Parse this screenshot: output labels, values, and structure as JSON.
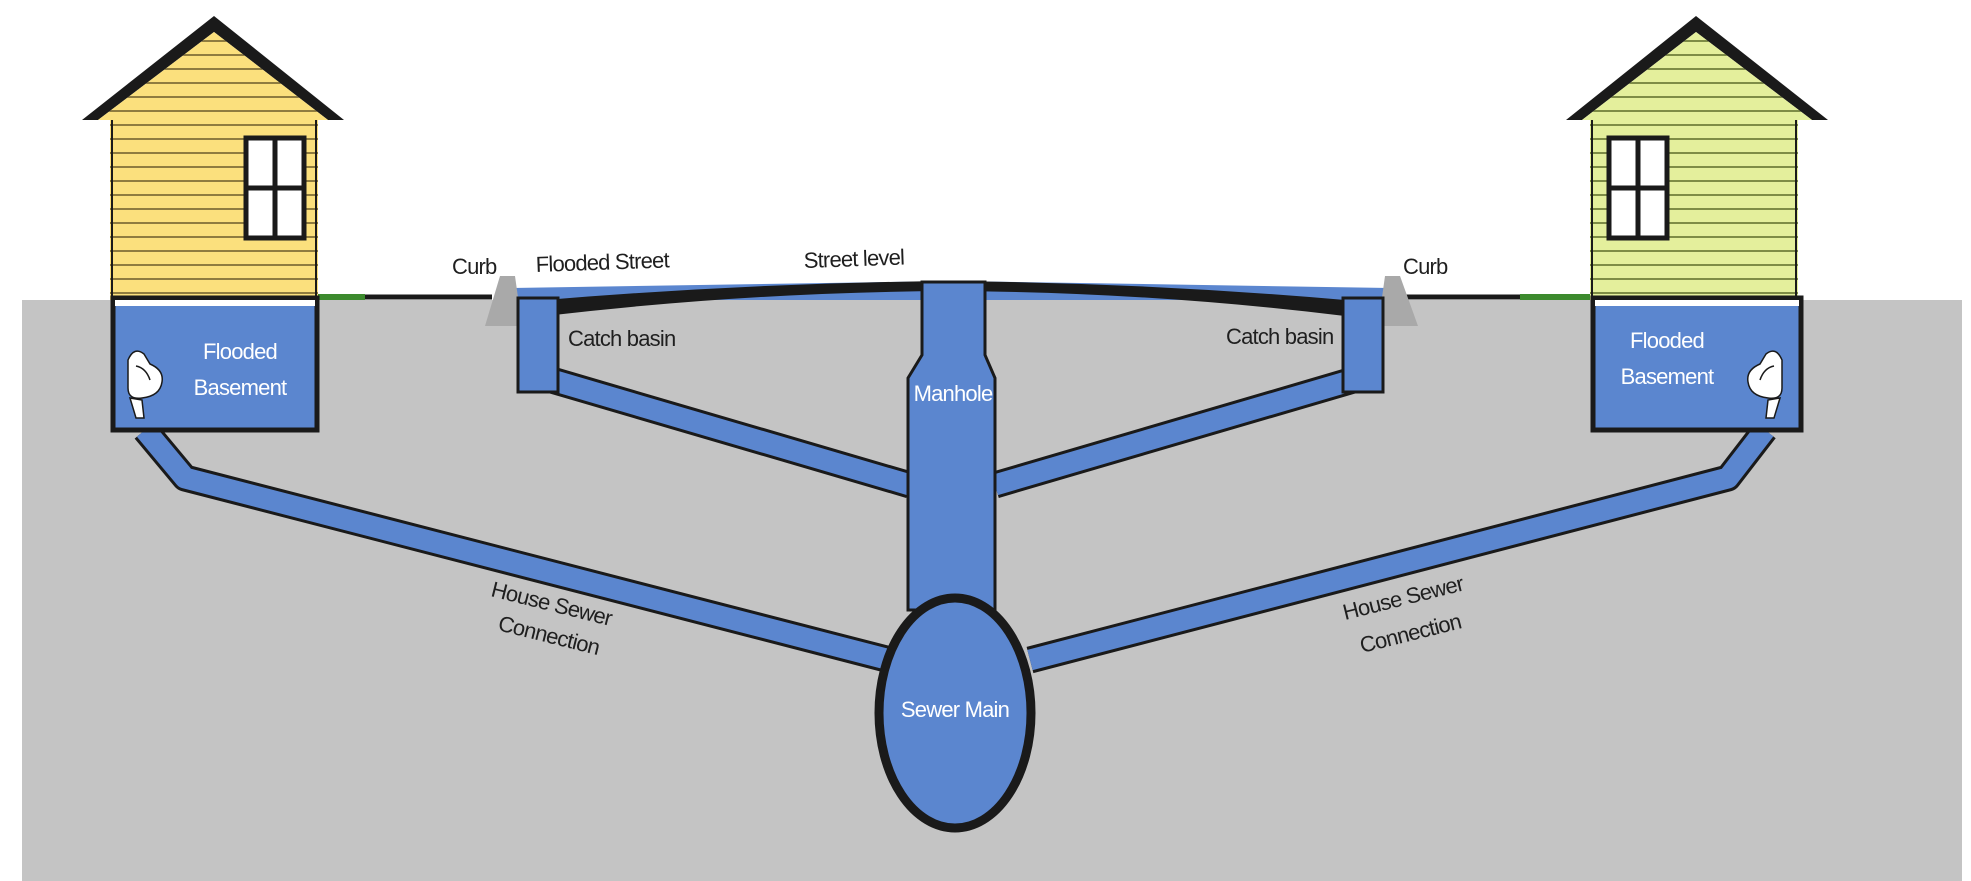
{
  "labels": {
    "curb_left": "Curb",
    "curb_right": "Curb",
    "flooded_street": "Flooded Street",
    "street_level": "Street level",
    "catch_basin_left": "Catch basin",
    "catch_basin_right": "Catch basin",
    "manhole": "Manhole",
    "sewer_main": "Sewer Main",
    "flooded_basement_left": [
      "Flooded",
      "Basement"
    ],
    "flooded_basement_right": [
      "Flooded",
      "Basement"
    ],
    "house_sewer_left": [
      "House Sewer",
      "Connection"
    ],
    "house_sewer_right": [
      "House Sewer",
      "Connection"
    ]
  },
  "colors": {
    "ground": "#c4c4c4",
    "water_pipe": "#5b86cf",
    "outline": "#111111",
    "house_left_siding": "#fbe07d",
    "house_right_siding": "#e4ef9c",
    "curb": "#a9a9a9",
    "grass": "#3c8a2e",
    "fixture": "#ffffff"
  },
  "icons": {
    "left_house": "house-icon",
    "right_house": "house-icon",
    "left_toilet": "toilet-icon",
    "right_toilet": "toilet-icon"
  }
}
